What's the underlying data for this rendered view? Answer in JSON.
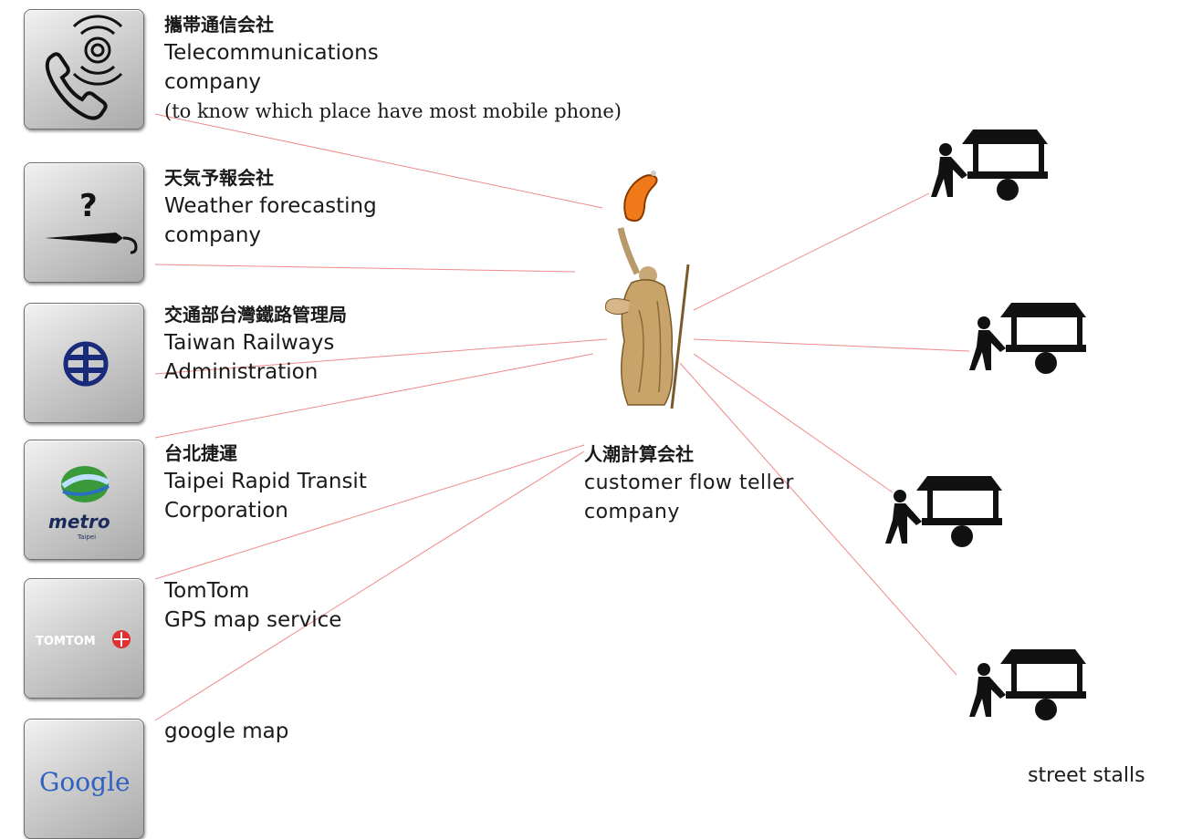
{
  "companies": [
    {
      "jp": "攜帯通信会社",
      "en1": "Telecommunications",
      "en2": "company",
      "note": "(to know which place have most mobile phone)",
      "icon": "phone-signal-icon"
    },
    {
      "jp": "天気予報会社",
      "en1": "Weather forecasting",
      "en2": "company",
      "icon": "umbrella-question-icon"
    },
    {
      "jp": "交通部台灣鐵路管理局",
      "en1": "Taiwan Railways",
      "en2": "Administration",
      "icon": "taiwan-railways-logo-icon"
    },
    {
      "jp": "台北捷運",
      "en1": "Taipei Rapid Transit",
      "en2": "Corporation",
      "icon": "metro-logo-icon",
      "logo_text": "metro",
      "logo_sub": "Taipei"
    },
    {
      "en1": "TomTom",
      "en2": "GPS map service",
      "icon": "tomtom-logo-icon",
      "logo_text": "TOMTOM"
    },
    {
      "en1": "google map",
      "icon": "google-logo-icon",
      "logo_text": "Google"
    }
  ],
  "center": {
    "jp": "人潮計算会社",
    "en1": "customer flow teller",
    "en2": "company",
    "icon": "sausage-liberty-figure-icon"
  },
  "stalls_label": "street stalls",
  "colors": {
    "connector": "#f08a8a",
    "railway_blue": "#1a2a7a",
    "metro_green": "#3a9a3a",
    "tomtom_red": "#e03030"
  }
}
